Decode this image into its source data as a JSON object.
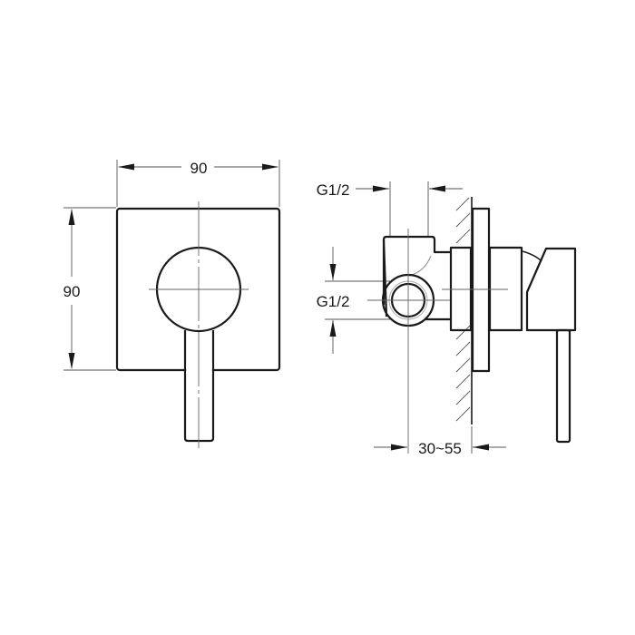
{
  "front_view": {
    "width_label": "90",
    "height_label": "90"
  },
  "side_view": {
    "top_thread_label": "G1/2",
    "side_thread_label": "G1/2",
    "depth_label": "30~55"
  },
  "colors": {
    "line": "#1a1a1a",
    "dimension_line": "#555555",
    "background": "#ffffff"
  }
}
